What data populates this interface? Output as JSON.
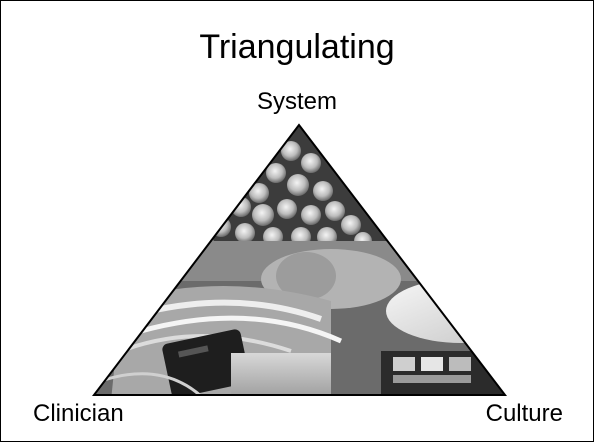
{
  "slide": {
    "title": "Triangulating",
    "vertices": {
      "top": "System",
      "bottom_left": "Clinician",
      "bottom_right": "Culture"
    }
  },
  "image": {
    "description_icon": "triangle-photo-collage",
    "colors": {
      "border": "#000000",
      "background": "#ffffff"
    }
  }
}
